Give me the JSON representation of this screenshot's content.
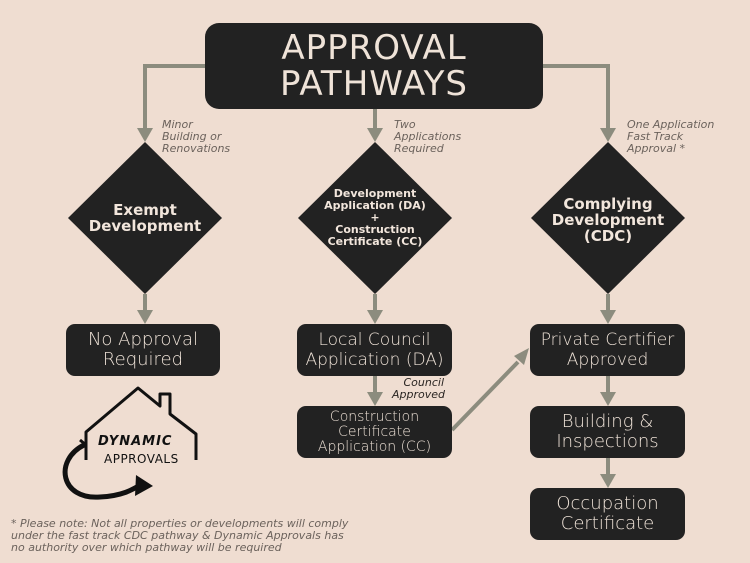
{
  "title": "APPROVAL\nPATHWAYS",
  "branch_notes": {
    "left": "Minor\nBuilding or\nRenovations",
    "middle": "Two\nApplications\nRequired",
    "right": "One Application\nFast Track\nApproval *"
  },
  "decisions": {
    "left": "Exempt\nDevelopment",
    "middle": "Development\nApplication (DA)\n+\nConstruction\nCertificate (CC)",
    "right": "Complying\nDevelopment\n(CDC)"
  },
  "results": {
    "no_approval": "No Approval\nRequired",
    "local_council": "Local Council\nApplication (DA)",
    "construction_cert": "Construction\nCertificate\nApplication (CC)",
    "private_certifier": "Private Certifier\nApproved",
    "building_inspections": "Building &\nInspections",
    "occupation_certificate": "Occupation\nCertificate"
  },
  "council_approved_note": "Council\nApproved",
  "logo": {
    "line1": "DYNAMIC",
    "line2": "APPROVALS"
  },
  "footnote": "* Please note: Not all properties or developments will comply\nunder the fast track CDC pathway & Dynamic Approvals has\nno authority over which pathway will be required",
  "colors": {
    "background": "#efddd1",
    "box": "#222222",
    "connector": "#8c8c7e",
    "text_light": "#f2e6dc"
  }
}
